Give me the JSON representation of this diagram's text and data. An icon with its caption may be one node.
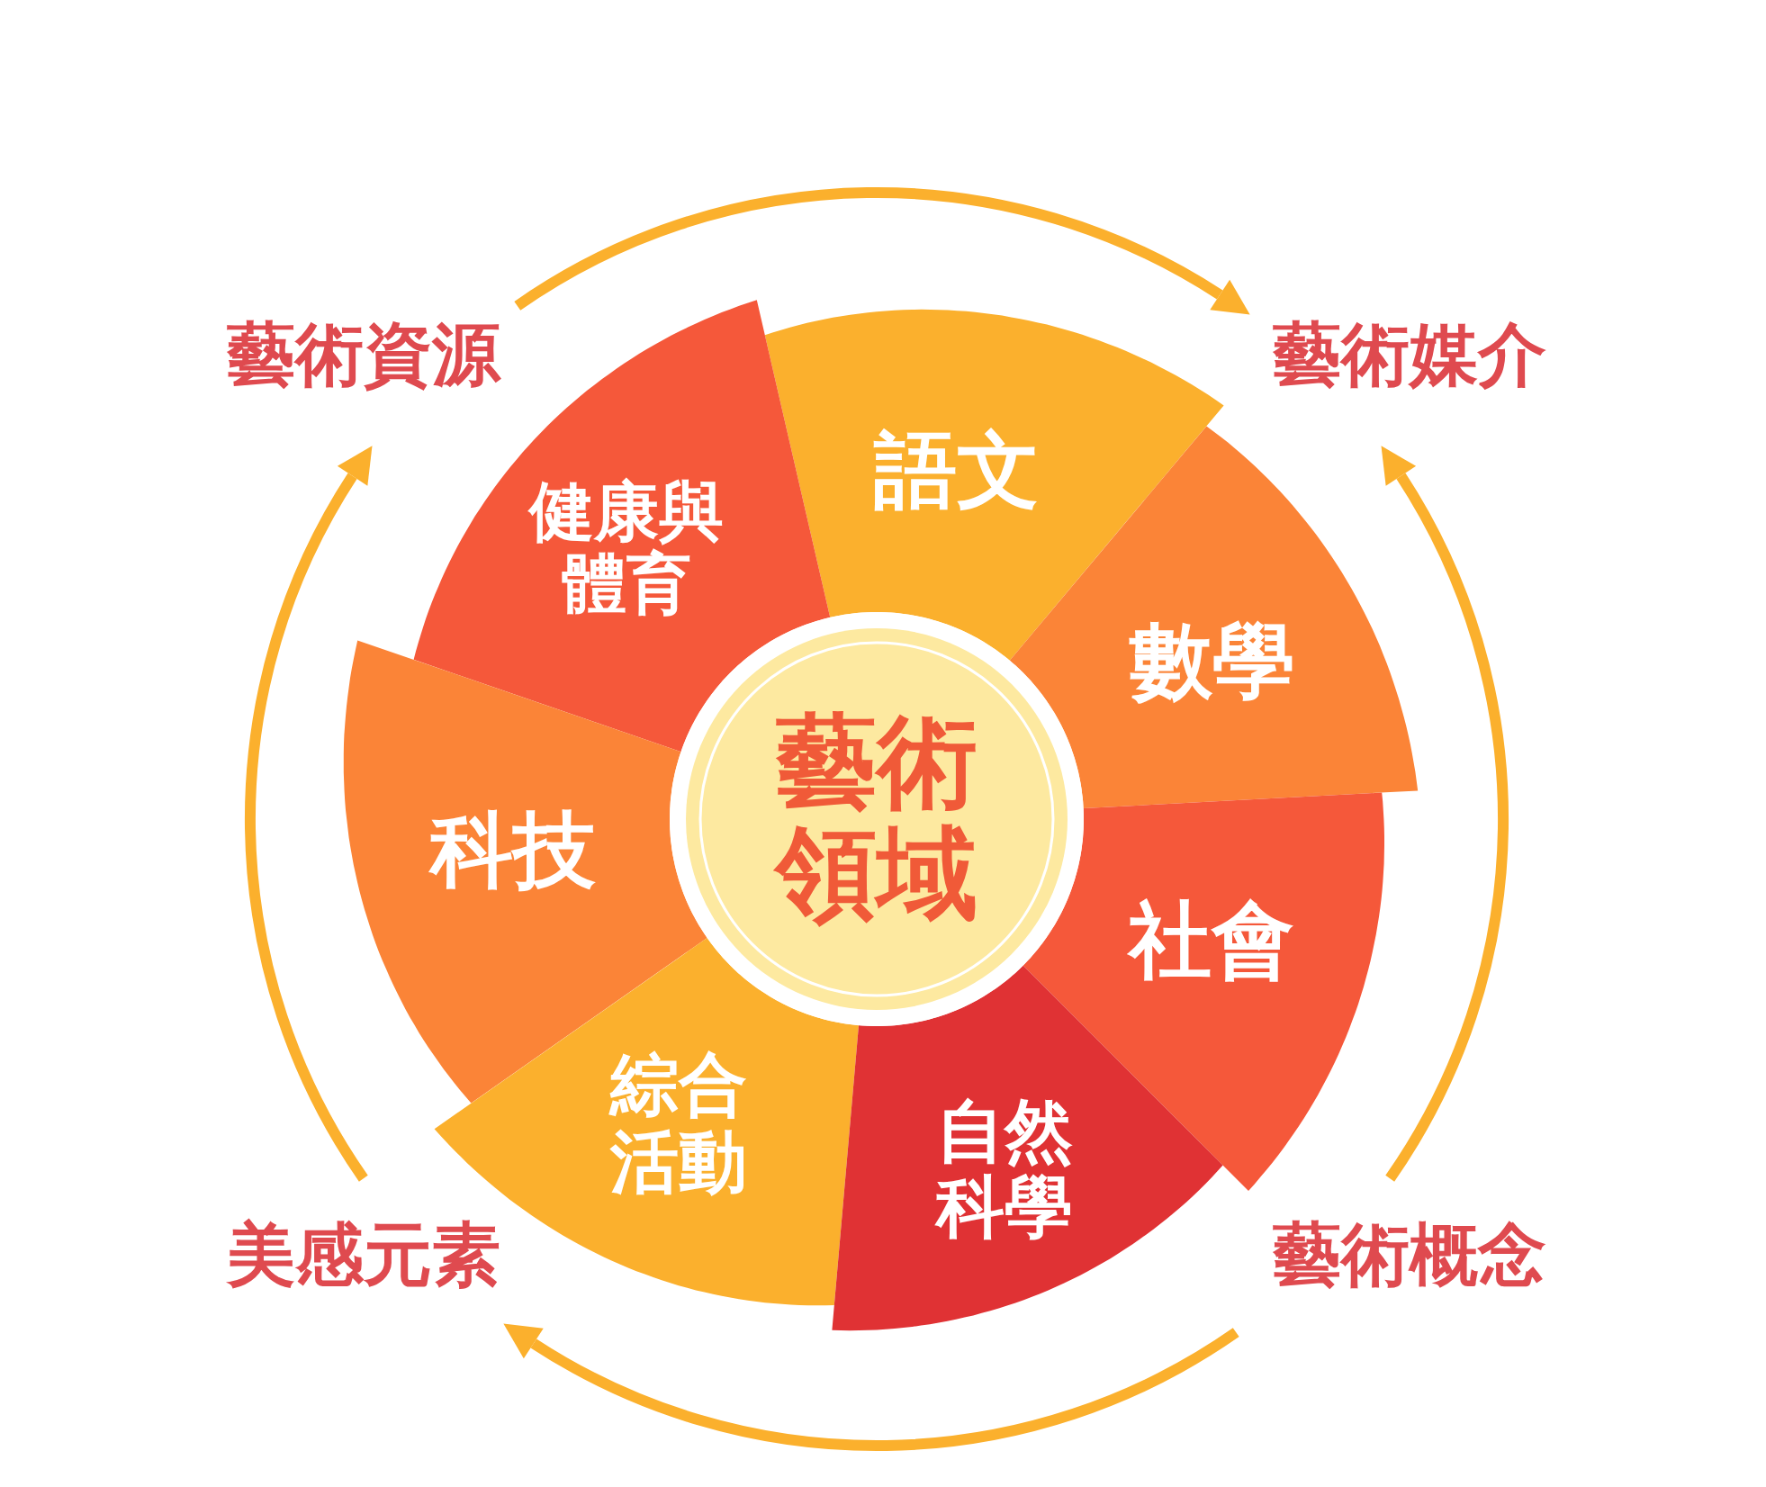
{
  "diagram": {
    "nodes": [
      {
        "text": [
          "藝術資源"
        ]
      },
      {
        "text": [
          "藝術媒介"
        ]
      },
      {
        "text": [
          "語文"
        ]
      },
      {
        "text": [
          "健康與體育"
        ]
      },
      {
        "text": [
          "數學"
        ]
      },
      {
        "text": [
          "科技"
        ]
      },
      {
        "text": [
          "藝術領域"
        ]
      },
      {
        "text": [
          "社會"
        ]
      },
      {
        "text": [
          "綜合活動"
        ]
      },
      {
        "text": [
          "自然科學"
        ]
      },
      {
        "text": [
          "美感元素"
        ]
      },
      {
        "text": [
          "藝術概念"
        ]
      }
    ],
    "edges": [
      {
        "from": 0,
        "to": 1,
        "arrow": "to"
      },
      {
        "from": 11,
        "to": 1,
        "arrow": "to"
      },
      {
        "from": 11,
        "to": 10,
        "arrow": "to"
      },
      {
        "from": 10,
        "to": 0,
        "arrow": "to"
      }
    ]
  }
}
